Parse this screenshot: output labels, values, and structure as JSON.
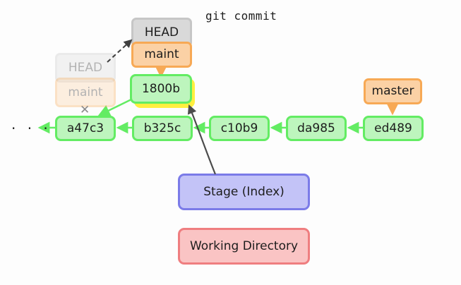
{
  "title": "git commit",
  "colors": {
    "background": "#fdfdfd",
    "commit_fill": "#bdf5bd",
    "commit_border": "#63ec63",
    "ref_fill": "#fbd1a5",
    "ref_border": "#f7a955",
    "head_fill": "#d9d9d9",
    "head_border": "#c6c6c6",
    "stage_fill": "#c3c3f7",
    "stage_border": "#7b7be8",
    "workdir_fill": "#fac4c4",
    "workdir_border": "#ef7e80",
    "highlight": "#ffef3f",
    "arrow_dark": "#4c4c4c",
    "ghost_text": "#b8b8b8"
  },
  "ellipsis": "· · ·",
  "xmark": "✕",
  "commits": [
    {
      "id": "a47c3",
      "label": "a47c3"
    },
    {
      "id": "b325c",
      "label": "b325c"
    },
    {
      "id": "c10b9",
      "label": "c10b9"
    },
    {
      "id": "da985",
      "label": "da985"
    },
    {
      "id": "ed489",
      "label": "ed489"
    },
    {
      "id": "1800b",
      "label": "1800b"
    }
  ],
  "refs": {
    "head_current": "HEAD",
    "maint_current": "maint",
    "head_ghost": "HEAD",
    "maint_ghost": "maint",
    "master": "master"
  },
  "areas": {
    "stage": "Stage (Index)",
    "working_directory": "Working Directory"
  },
  "arrows": [
    {
      "name": "a47c3-to-ellipsis",
      "kind": "parent-link",
      "color": "#63ec63"
    },
    {
      "name": "b325c-to-a47c3",
      "kind": "parent-link",
      "color": "#63ec63"
    },
    {
      "name": "c10b9-to-b325c",
      "kind": "parent-link",
      "color": "#63ec63"
    },
    {
      "name": "da985-to-c10b9",
      "kind": "parent-link",
      "color": "#63ec63"
    },
    {
      "name": "ed489-to-da985",
      "kind": "parent-link",
      "color": "#63ec63"
    },
    {
      "name": "1800b-to-a47c3",
      "kind": "parent-link",
      "color": "#63ec63"
    },
    {
      "name": "maint-to-1800b",
      "kind": "ref-points-at",
      "color": "#f7a955"
    },
    {
      "name": "master-to-ed489",
      "kind": "ref-points-at",
      "color": "#f7a955"
    },
    {
      "name": "stage-to-1800b",
      "kind": "commit-action",
      "color": "#4c4c4c"
    },
    {
      "name": "head-moved",
      "kind": "head-move-dashed",
      "color": "#3f3f3f"
    }
  ]
}
